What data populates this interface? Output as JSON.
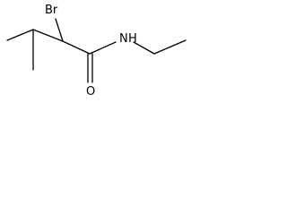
{
  "molecule": {
    "atoms": {
      "bromine": "Br",
      "nitrogen": "N",
      "hydrogen": "H",
      "oxygen": "O"
    },
    "colors": {
      "bond": "#000000",
      "label": "#000000",
      "background": "#ffffff"
    }
  }
}
